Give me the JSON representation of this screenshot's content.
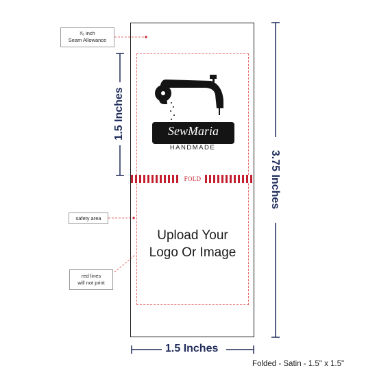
{
  "callouts": {
    "seam_allowance": {
      "line1": "³⁄₈ inch",
      "line2": "Seam Allowance"
    },
    "safety_area": "safety area",
    "red_lines": {
      "line1": "red lines",
      "line2": "will not print"
    }
  },
  "label": {
    "fold_text": "FOLD",
    "logo": {
      "brand": "SewMaria",
      "tagline": "HANDMADE",
      "icon": "sewing-machine-icon"
    },
    "upload_text": {
      "line1": "Upload Your",
      "line2": "Logo Or Image"
    }
  },
  "dimensions": {
    "height_folded": "1.5 Inches",
    "height_total": "3.75 Inches",
    "width": "1.5 Inches"
  },
  "caption": "Folded - Satin - 1.5\" x 1.5\"",
  "colors": {
    "dimension": "#1f2b5a",
    "fold_line": "#c41f2f",
    "safety_line": "#e86a6a",
    "outline": "#1a1a1a"
  }
}
